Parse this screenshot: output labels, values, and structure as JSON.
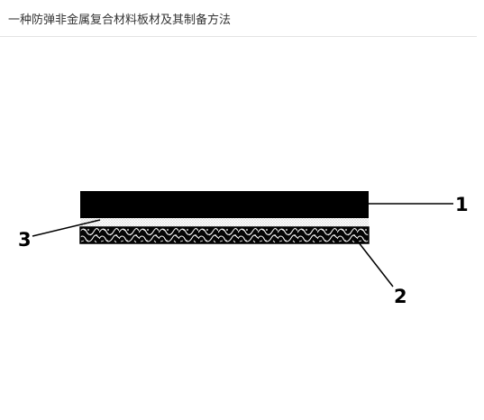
{
  "page": {
    "title": "一种防弹非金属复合材料板材及其制备方法"
  },
  "figure": {
    "callouts": [
      {
        "id": "1",
        "text": "1"
      },
      {
        "id": "2",
        "text": "2"
      },
      {
        "id": "3",
        "text": "3"
      }
    ],
    "layers": [
      {
        "number": "1",
        "pattern": "solid-black"
      },
      {
        "number": "3",
        "pattern": "fine-dotted"
      },
      {
        "number": "2",
        "pattern": "textured-weave"
      }
    ],
    "colors": {
      "ink": "#000000",
      "dots": "#9a9a9a",
      "rule": "#e3e3e3",
      "title_text": "#333333"
    }
  }
}
